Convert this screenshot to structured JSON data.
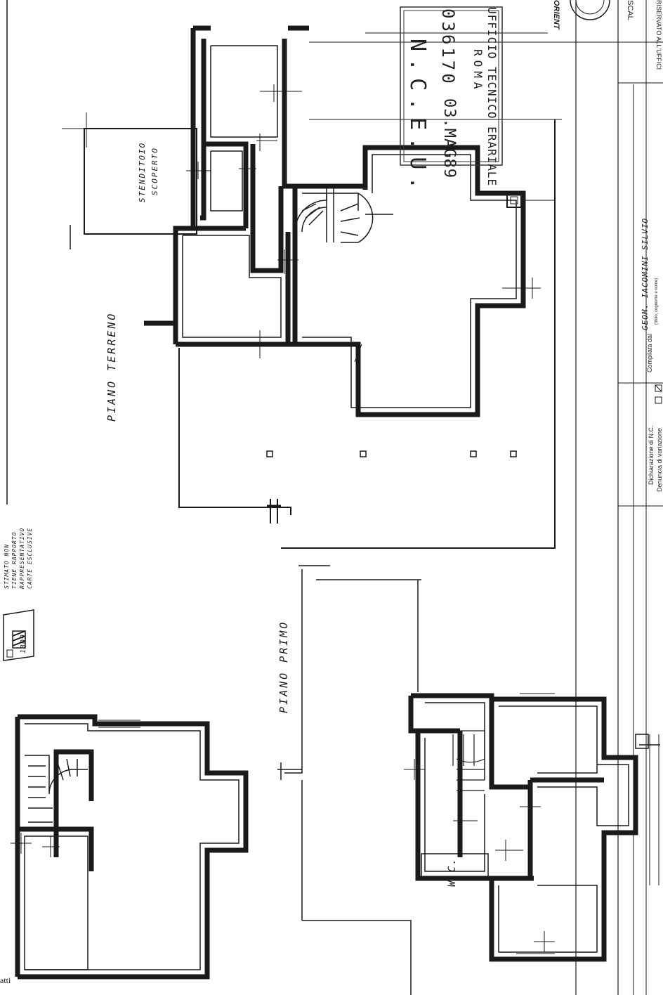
{
  "orientation_label": "ORIENT",
  "scale_label": "SCAL",
  "reserved_label": "RISERVATO ALL'UFFICI",
  "stamp": {
    "office_line1": "UFFICIO TECNICO ERARIALE",
    "office_line2": "ROMA",
    "number": "036170",
    "date": "03.MAG89",
    "registry": "N.C.E.U."
  },
  "floors": {
    "ground": "PIANO TERRENO",
    "first": "PIANO PRIMO"
  },
  "rooms": {
    "drying_area_line1": "STENDITOIO",
    "drying_area_line2": "SCOPERTO",
    "wc": "W.C."
  },
  "location_map": {
    "parcel": "1309",
    "note_line1": "STIMATO NON",
    "note_line2": "TIENE RAPPORTO",
    "note_line3": "RAPPRESENTATIVO",
    "note_line4": "CARTE ESCLUSIVE"
  },
  "form": {
    "compiled_by_label": "Compilata dal",
    "compiler": "GEOM. IACOMINI SILVIO",
    "name_hint": "(titolo, cognome e nome)",
    "declaration_nc": "Dichiarazione di N.C.",
    "declaration_var": "Denuncia di variazione"
  },
  "footer_text": "atti"
}
